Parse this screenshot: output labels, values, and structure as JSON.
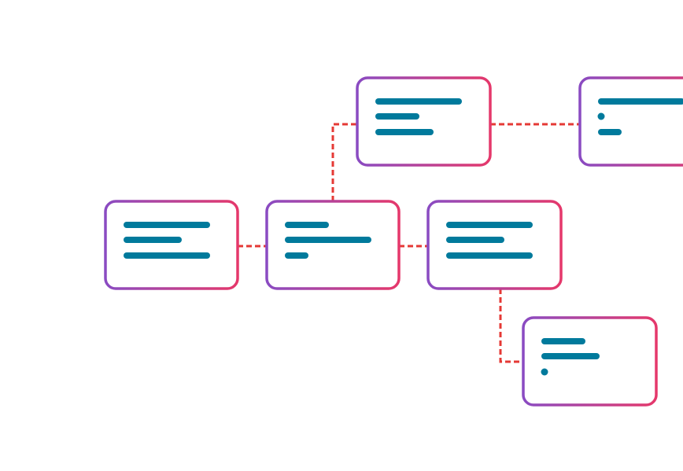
{
  "colors": {
    "background": "#ffffff",
    "card_border_start": "#8a4bc2",
    "card_border_end": "#e5386b",
    "card_fill": "#ffffff",
    "text_line": "#007a9c",
    "connector": "#e53935"
  },
  "diagram": {
    "type": "node-tree",
    "nodes": [
      {
        "id": "node-a",
        "lines": [
          "long",
          "medium",
          "long"
        ]
      },
      {
        "id": "node-b",
        "lines": [
          "short",
          "long",
          "tiny"
        ]
      },
      {
        "id": "node-c",
        "lines": [
          "long",
          "medium",
          "long"
        ]
      },
      {
        "id": "node-d",
        "lines": [
          "long",
          "short",
          "medium"
        ]
      },
      {
        "id": "node-e",
        "lines": [
          "long",
          "dot",
          "tiny"
        ]
      },
      {
        "id": "node-f",
        "lines": [
          "short",
          "medium",
          "dot"
        ]
      }
    ],
    "edges": [
      {
        "from": "node-a",
        "to": "node-b"
      },
      {
        "from": "node-b",
        "to": "node-c"
      },
      {
        "from": "node-b",
        "to": "node-d"
      },
      {
        "from": "node-d",
        "to": "node-e"
      },
      {
        "from": "node-c",
        "to": "node-f"
      }
    ]
  }
}
